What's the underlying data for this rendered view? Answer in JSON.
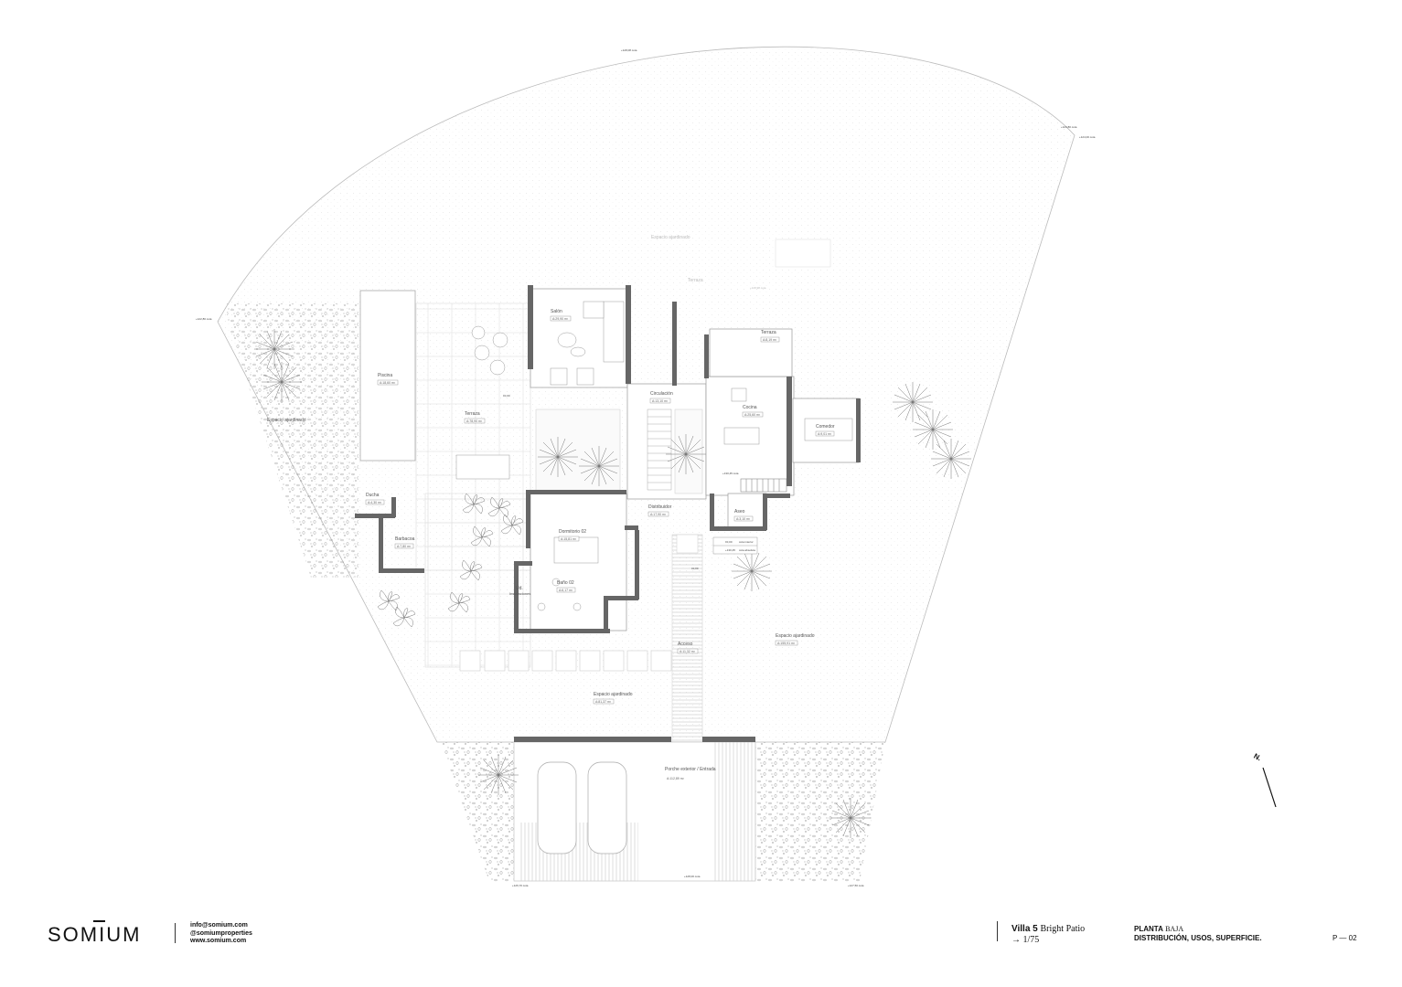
{
  "brand": {
    "logo": "SOMIUM",
    "email": "info@somium.com",
    "social": "@somiumproperties",
    "web": "www.somium.com"
  },
  "project": {
    "villa": "Villa 5",
    "villa_name": "Bright Patio",
    "scale_arrow": "→",
    "scale": "1/75"
  },
  "sheet": {
    "title_bold": "PLANTA",
    "title_light": "BAJA",
    "subtitle": "DISTRIBUCIÓN, USOS, SUPERFICIE.",
    "page": "P — 02"
  },
  "north_label": "N.",
  "rooms": {
    "salon": "Salón",
    "salon_area": "A:29,90 m²",
    "circulacion": "Circulación",
    "circulacion_area": "A:13,10 m²",
    "terraza_n": "Terraza",
    "terraza_n_area": "A:8,19 m²",
    "cocina": "Cocina",
    "cocina_area": "A:25,60 m²",
    "comedor": "Comedor",
    "comedor_area": "A:9,01 m²",
    "piscina": "Piscina",
    "piscina_area": "A:18,60 m²",
    "terraza": "Terraza",
    "terraza_area": "A:78,90 m²",
    "espacio_ajardinado_w": "Espacio ajardinado",
    "ducha": "Ducha",
    "ducha_area": "A:4,30 m²",
    "barbacoa": "Barbacoa",
    "barbacoa_area": "A:7,80 m²",
    "distribuidor": "Distribuidor",
    "distribuidor_area": "A:17,90 m²",
    "aseo": "Aseo",
    "aseo_area": "A:3,10 m²",
    "dormitorio": "Dormitorio 02",
    "dormitorio_area": "A:15,81 m²",
    "bano": "Baño 02",
    "bano_area": "A:6,17 m²",
    "inst": "Ud.",
    "inst2": "Instalaciones",
    "acceso": "Acceso",
    "acceso_area": "A:11,32 m²",
    "espacio_ajardinado_e": "Espacio ajardinado",
    "espacio_ajardinado_e_area": "A:155,91 m²",
    "espacio_ajardinado_s": "Espacio ajardinado",
    "espacio_ajardinado_s_area": "A:81,37 m²",
    "porche": "Porche exterior / Entrada",
    "porche_area": "A:112,89 m²",
    "espacio_ajardinado_top": "Espacio ajardinado",
    "terraza_top": "Terraza"
  },
  "levels": {
    "top": "+128,08 cota",
    "ne1": "+124,80 cota",
    "ne2": "+124,00 cota",
    "w": "+122,80 cota",
    "sw": "+126,70 cota",
    "s": "+128,00 cota",
    "se": "+127,50 cota",
    "l1": "±0,00",
    "l2": "+130,45 cota",
    "l3": "±0,00",
    "l4": "+128,98 cota",
    "leg1": "±0,00",
    "leg1t": "cota interior",
    "leg2": "+130,45",
    "leg2t": "cota absoluta"
  }
}
